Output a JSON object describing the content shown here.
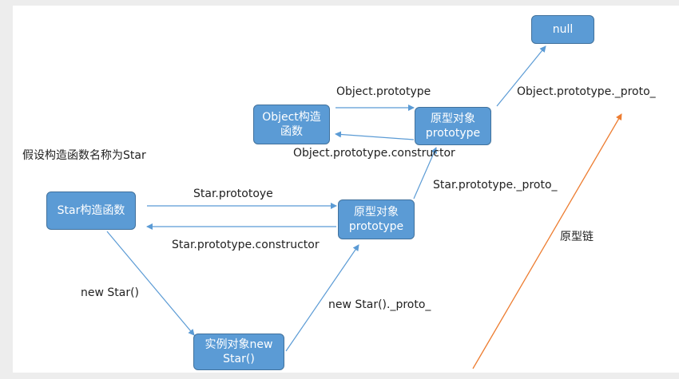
{
  "colors": {
    "node_fill": "#5b9bd5",
    "node_border": "#41719c",
    "arrow_blue": "#5b9bd5",
    "arrow_orange": "#ed7d31",
    "text": "#222222"
  },
  "nodes": {
    "null": "null",
    "object_constructor": "Object构造\n函数",
    "object_prototype": "原型对象\nprototype",
    "star_constructor": "Star构造函数",
    "star_prototype": "原型对象\nprototype",
    "instance": "实例对象new\nStar()"
  },
  "labels": {
    "assume": "假设构造函数名称为Star",
    "object_prototype": "Object.prototype",
    "object_prototype_constructor": "Object.prototype.constructor",
    "object_prototype_proto": "Object.prototype._proto_",
    "star_prototype": "Star.prototoye",
    "star_prototype_constructor": "Star.prototype.constructor",
    "star_prototype_proto": "Star.prototype._proto_",
    "new_star": "new Star()",
    "new_star_proto": "new Star()._proto_",
    "prototype_chain": "原型链"
  }
}
